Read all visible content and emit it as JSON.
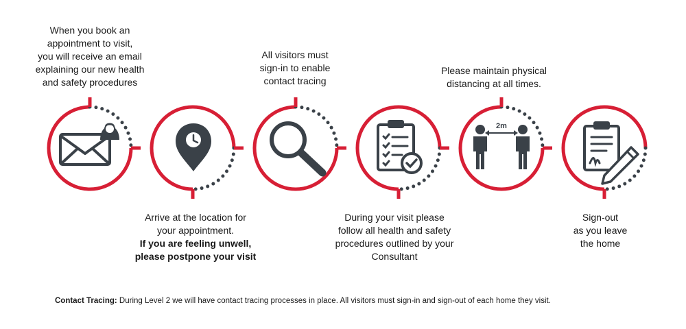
{
  "steps": [
    {
      "id": "email",
      "lines": [
        "When you book an",
        "appointment to visit,",
        "you will receive an email",
        "explaining our new health",
        "and safety procedures"
      ],
      "bold_lines": [],
      "icon": "email-icon"
    },
    {
      "id": "arrive",
      "lines": [
        "Arrive at the location for",
        "your appointment."
      ],
      "bold_lines": [
        "If you are feeling unwell,",
        "please postpone your visit"
      ],
      "icon": "location-pin-icon"
    },
    {
      "id": "signin",
      "lines": [
        "All visitors must",
        "sign-in to enable",
        "contact tracing"
      ],
      "bold_lines": [],
      "icon": "magnifier-icon"
    },
    {
      "id": "follow",
      "lines": [
        "During your visit please",
        "follow all health and safety",
        "procedures outlined by your",
        "Consultant"
      ],
      "bold_lines": [],
      "icon": "checklist-clipboard-icon"
    },
    {
      "id": "distance",
      "lines": [
        "Please maintain physical",
        "distancing at all times."
      ],
      "bold_lines": [],
      "icon": "distancing-icon",
      "icon_label": "2m"
    },
    {
      "id": "signout",
      "lines": [
        "Sign-out",
        "as you leave",
        "the home"
      ],
      "bold_lines": [],
      "icon": "sign-clipboard-icon"
    }
  ],
  "footer": {
    "label": "Contact Tracing:",
    "text": " During Level 2 we will have contact tracing processes in place.  All visitors must sign-in and sign-out of each home they visit."
  },
  "colors": {
    "accent": "#d71f35",
    "icon": "#3a4148",
    "dots": "#3a4148",
    "text": "#1a1a1a"
  }
}
